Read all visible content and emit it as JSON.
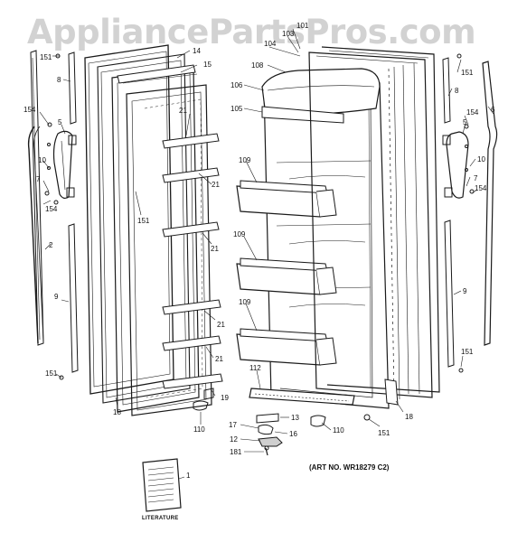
{
  "watermark": "AppliancePartsPros.com",
  "art_number": "(ART NO. WR18279 C2)",
  "literature_label": "LITERATURE",
  "callouts": [
    {
      "id": "c151a",
      "text": "151"
    },
    {
      "id": "c8a",
      "text": "8"
    },
    {
      "id": "c154a",
      "text": "154"
    },
    {
      "id": "c5a",
      "text": "5"
    },
    {
      "id": "c10a",
      "text": "10"
    },
    {
      "id": "c7a",
      "text": "7"
    },
    {
      "id": "c154b",
      "text": "154"
    },
    {
      "id": "c2",
      "text": "2"
    },
    {
      "id": "c9a",
      "text": "9"
    },
    {
      "id": "c151b",
      "text": "151"
    },
    {
      "id": "c18a",
      "text": "18"
    },
    {
      "id": "c110a",
      "text": "110"
    },
    {
      "id": "c19",
      "text": "19"
    },
    {
      "id": "c21a",
      "text": "21"
    },
    {
      "id": "c21b",
      "text": "21"
    },
    {
      "id": "c151c",
      "text": "151"
    },
    {
      "id": "c21c",
      "text": "21"
    },
    {
      "id": "c21d",
      "text": "21"
    },
    {
      "id": "c21e",
      "text": "21"
    },
    {
      "id": "c14",
      "text": "14"
    },
    {
      "id": "c15",
      "text": "15"
    },
    {
      "id": "c108",
      "text": "108"
    },
    {
      "id": "c106",
      "text": "106"
    },
    {
      "id": "c105",
      "text": "105"
    },
    {
      "id": "c109a",
      "text": "109"
    },
    {
      "id": "c109b",
      "text": "109"
    },
    {
      "id": "c109c",
      "text": "109"
    },
    {
      "id": "c112",
      "text": "112"
    },
    {
      "id": "c13",
      "text": "13"
    },
    {
      "id": "c17",
      "text": "17"
    },
    {
      "id": "c16",
      "text": "16"
    },
    {
      "id": "c12",
      "text": "12"
    },
    {
      "id": "c181",
      "text": "181"
    },
    {
      "id": "c110b",
      "text": "110"
    },
    {
      "id": "c151d",
      "text": "151"
    },
    {
      "id": "c18b",
      "text": "18"
    },
    {
      "id": "c151e",
      "text": "151"
    },
    {
      "id": "c8b",
      "text": "8"
    },
    {
      "id": "c6",
      "text": "6"
    },
    {
      "id": "c154c",
      "text": "154"
    },
    {
      "id": "c5b",
      "text": "5"
    },
    {
      "id": "c10b",
      "text": "10"
    },
    {
      "id": "c7b",
      "text": "7"
    },
    {
      "id": "c154d",
      "text": "154"
    },
    {
      "id": "c9b",
      "text": "9"
    },
    {
      "id": "c151f",
      "text": "151"
    },
    {
      "id": "c1",
      "text": "1"
    },
    {
      "id": "c104",
      "text": "104"
    },
    {
      "id": "c103",
      "text": "103"
    },
    {
      "id": "c101",
      "text": "101"
    }
  ]
}
